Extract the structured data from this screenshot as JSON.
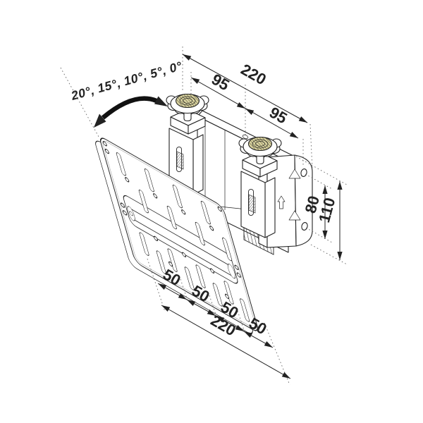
{
  "title": "Tilting wall mount — dimensional technical drawing",
  "drawing": {
    "angle_label": "20°, 15°, 10°, 5°, 0°",
    "dimensions": {
      "top_width": "220",
      "top_left_segment": "95",
      "top_right_segment": "95",
      "bracket_hole_spacing": "80",
      "bracket_height": "110",
      "bottom_segments": [
        "50",
        "50",
        "50",
        "50"
      ],
      "bottom_width": "220"
    },
    "colors": {
      "line": "#222222",
      "knob_top": "#d9d3a2",
      "knob_hatch": "#4f4a28",
      "background": "#ffffff"
    }
  }
}
